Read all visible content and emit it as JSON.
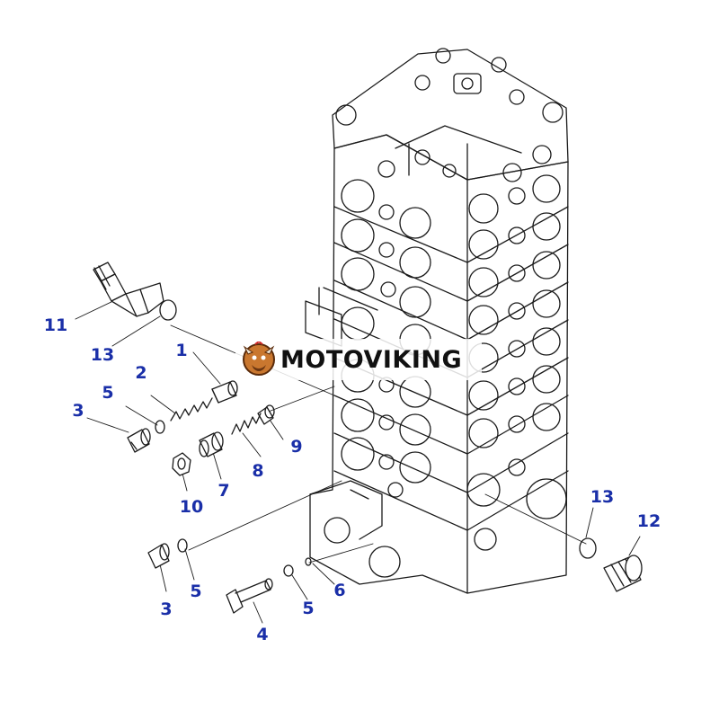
{
  "watermark": {
    "text": "MOTOVIKING"
  },
  "colors": {
    "callout": "#1a2fa8",
    "line": "#1a1a1a",
    "background": "#ffffff"
  },
  "callouts": [
    {
      "id": "c11",
      "label": "11"
    },
    {
      "id": "c13a",
      "label": "13"
    },
    {
      "id": "c1",
      "label": "1"
    },
    {
      "id": "c2",
      "label": "2"
    },
    {
      "id": "c5a",
      "label": "5"
    },
    {
      "id": "c3a",
      "label": "3"
    },
    {
      "id": "c9",
      "label": "9"
    },
    {
      "id": "c8",
      "label": "8"
    },
    {
      "id": "c7",
      "label": "7"
    },
    {
      "id": "c10",
      "label": "10"
    },
    {
      "id": "c3b",
      "label": "3"
    },
    {
      "id": "c5b",
      "label": "5"
    },
    {
      "id": "c4",
      "label": "4"
    },
    {
      "id": "c5c",
      "label": "5"
    },
    {
      "id": "c6",
      "label": "6"
    },
    {
      "id": "c13b",
      "label": "13"
    },
    {
      "id": "c12",
      "label": "12"
    }
  ]
}
